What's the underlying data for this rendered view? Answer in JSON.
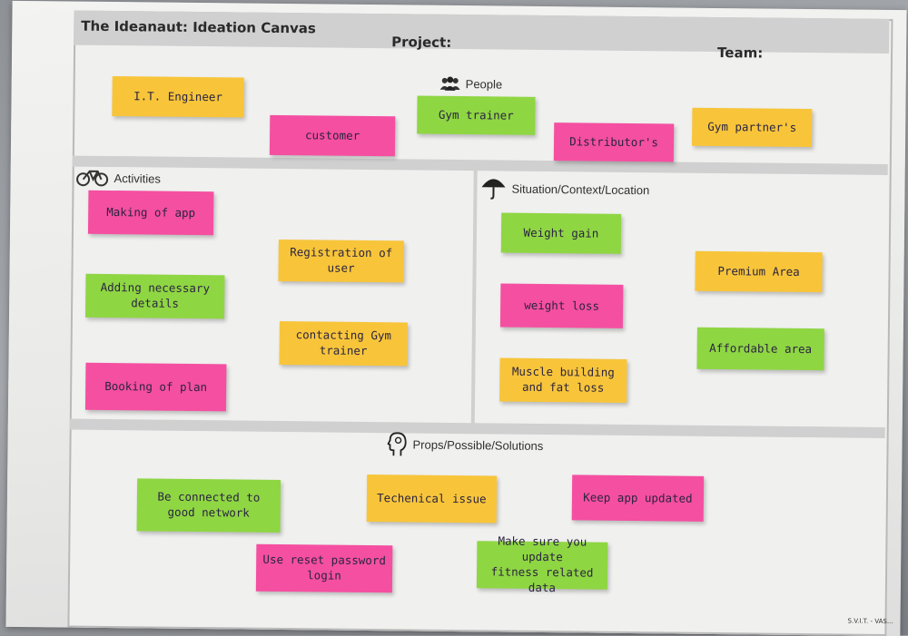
{
  "canvas": {
    "title": "The Ideanaut: Ideation Canvas",
    "project_label": "Project:",
    "team_label": "Team:",
    "footer_mark": "S.V.I.T. - VAS..."
  },
  "sections": {
    "people": {
      "label": "People",
      "icon": "people-icon"
    },
    "activities": {
      "label": "Activities",
      "icon": "bicycle-icon"
    },
    "situation": {
      "label": "Situation/Context/Location",
      "icon": "umbrella-icon"
    },
    "props": {
      "label": "Props/Possible/Solutions",
      "icon": "head-idea-icon"
    }
  },
  "notes": {
    "people": [
      {
        "text": "I.T. Engineer",
        "color": "yellow"
      },
      {
        "text": "customer",
        "color": "pink"
      },
      {
        "text": "Gym trainer",
        "color": "green"
      },
      {
        "text": "Distributor's",
        "color": "pink"
      },
      {
        "text": "Gym partner's",
        "color": "yellow"
      }
    ],
    "activities": [
      {
        "text": "Making of app",
        "color": "pink"
      },
      {
        "text": "Registration of user",
        "color": "yellow"
      },
      {
        "text": "Adding necessary\n   details",
        "color": "green"
      },
      {
        "text": "contacting Gym\n      trainer",
        "color": "yellow"
      },
      {
        "text": "Booking of plan",
        "color": "pink"
      }
    ],
    "situation": [
      {
        "text": "Weight gain",
        "color": "green"
      },
      {
        "text": "Premium Area",
        "color": "yellow"
      },
      {
        "text": "weight  loss",
        "color": "pink"
      },
      {
        "text": "Affordable area",
        "color": "green"
      },
      {
        "text": "Muscle building\nand fat loss",
        "color": "yellow"
      }
    ],
    "props": [
      {
        "text": "Be connected to\n  good network",
        "color": "green"
      },
      {
        "text": "Techenical issue",
        "color": "yellow"
      },
      {
        "text": "Keep app updated",
        "color": "pink"
      },
      {
        "text": "Use reset password\n  login",
        "color": "pink"
      },
      {
        "text": "Make sure you update\nfitness related data",
        "color": "green"
      }
    ]
  },
  "colors": {
    "yellow": "#f8c53a",
    "pink": "#f54fa1",
    "green": "#8fd643",
    "band": "#d0d0d0"
  }
}
